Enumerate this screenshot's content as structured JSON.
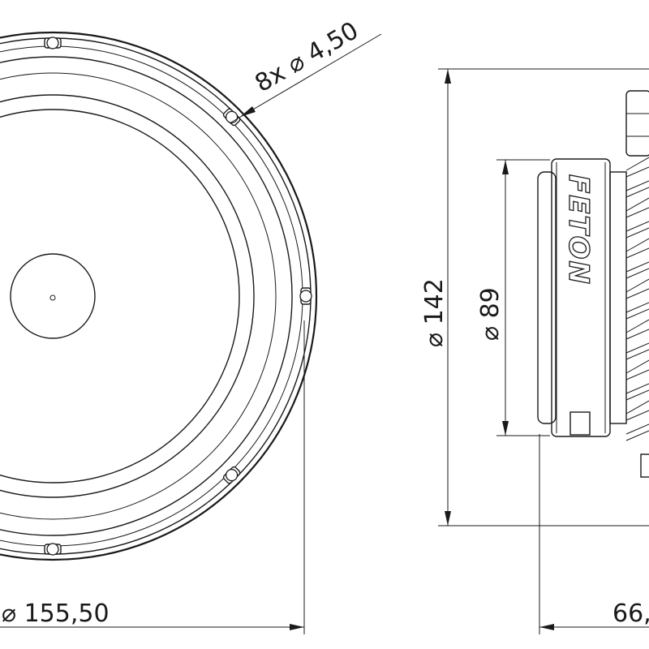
{
  "front_view": {
    "outer_diameter_label": "⌀ 155,50",
    "hole_callout_label": "8x ⌀ 4,50"
  },
  "side_view": {
    "frame_diameter_label": "⌀ 142",
    "magnet_diameter_label": "⌀ 89",
    "depth_label": "66,",
    "logo_text": "FETON"
  }
}
